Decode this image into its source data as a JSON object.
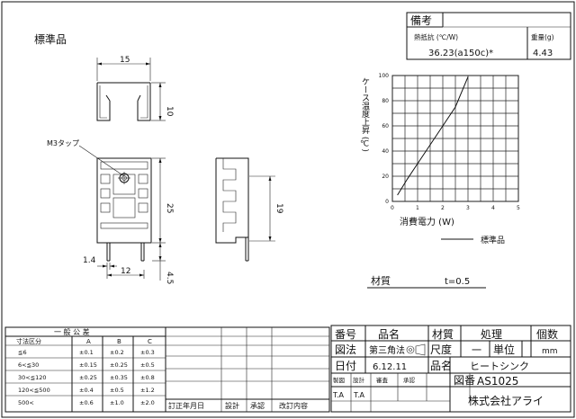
{
  "std_label": "標準品",
  "remarks": {
    "title": "備考",
    "thermal_label": "熱抵抗 (℃/W)",
    "thermal_value": "36.23(a150c)*",
    "weight_label": "重量(g)",
    "weight_value": "4.43"
  },
  "drawing": {
    "dim_15": "15",
    "dim_10": "10",
    "dim_25": "25",
    "dim_19": "19",
    "dim_1_4": "1.4",
    "dim_12": "12",
    "dim_4_5": "4.5",
    "tap_label": "M3タップ"
  },
  "chart_data": {
    "type": "line",
    "ylabel": "ケース温度上昇 (℃)",
    "xlabel": "消費電力 (W)",
    "legend": "標準品",
    "xlim": [
      0,
      5
    ],
    "ylim": [
      0,
      100
    ],
    "x_ticks": [
      "0",
      "1",
      "2",
      "3",
      "4",
      "5"
    ],
    "y_ticks": [
      "0",
      "20",
      "40",
      "60",
      "80",
      "100"
    ],
    "series": [
      {
        "name": "標準品",
        "x": [
          0.2,
          0.6,
          1.0,
          1.5,
          2.0,
          2.5,
          3.0
        ],
        "y": [
          5,
          18,
          30,
          45,
          60,
          75,
          99
        ]
      }
    ]
  },
  "material": {
    "label": "材質",
    "value": "t=0.5"
  },
  "tolerance": {
    "title": "一 般 公 差",
    "headers": [
      "寸法区分",
      "A",
      "B",
      "C"
    ],
    "rows": [
      [
        "≦6",
        "±0.1",
        "±0.2",
        "±0.3"
      ],
      [
        "6<≦30",
        "±0.15",
        "±0.25",
        "±0.5"
      ],
      [
        "30<≦120",
        "±0.25",
        "±0.35",
        "±0.8"
      ],
      [
        "120<≦500",
        "±0.4",
        "±0.5",
        "±1.2"
      ],
      [
        "500<",
        "±0.6",
        "±1.0",
        "±2.0"
      ]
    ]
  },
  "revision": {
    "headers": [
      "訂正年月日",
      "設計",
      "承認",
      "改訂内容"
    ]
  },
  "title_block": {
    "no_label": "番号",
    "name_label": "品名",
    "material_label": "材質",
    "finish_label": "処理",
    "qty_label": "個数",
    "method_label": "図法",
    "method_value": "第三角法",
    "scale_label": "尺度",
    "scale_value": "一",
    "unit_label": "単位",
    "unit_value": "mm",
    "date_label": "日付",
    "date_value": "6.12.11",
    "part_name_label": "品名",
    "part_name_value": "ヒートシンク",
    "drafter_label": "製図",
    "design_label": "設計",
    "check_label": "審査",
    "approve_label": "承認",
    "drawing_no_label": "図番",
    "drawing_no_value": "AS1025",
    "sign1": "T.A",
    "sign2": "T.A",
    "company": "株式会社アライ"
  }
}
